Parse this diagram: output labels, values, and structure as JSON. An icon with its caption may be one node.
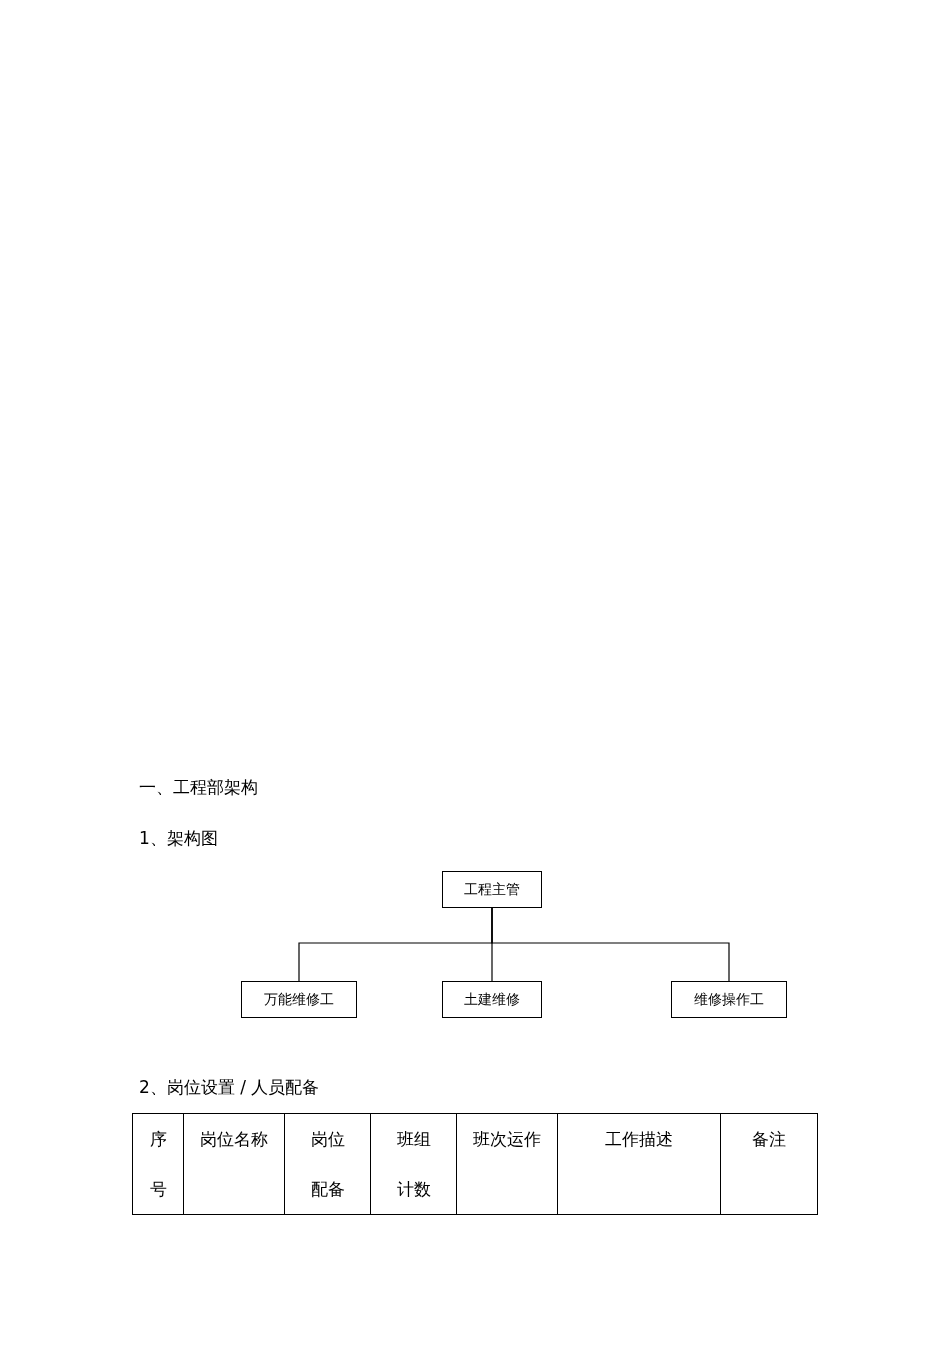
{
  "diagram": {
    "title": "一、工程部架构",
    "nodes": [
      {
        "text": [
          "工程主管"
        ]
      },
      {
        "text": [
          "万能维修工"
        ]
      },
      {
        "text": [
          "土建维修"
        ]
      },
      {
        "text": [
          "维修操作工"
        ]
      }
    ],
    "edges": [
      {
        "from": 0,
        "to": 1,
        "arrow": "none"
      },
      {
        "from": 0,
        "to": 2,
        "arrow": "none"
      },
      {
        "from": 0,
        "to": 3,
        "arrow": "none"
      }
    ],
    "labels": [
      "1、架构图",
      "2、岗位设置 / 人员配备",
      "序号",
      "岗位名称",
      "岗位配备",
      "班组计数",
      "班次运作",
      "工作描述",
      "备注"
    ]
  }
}
